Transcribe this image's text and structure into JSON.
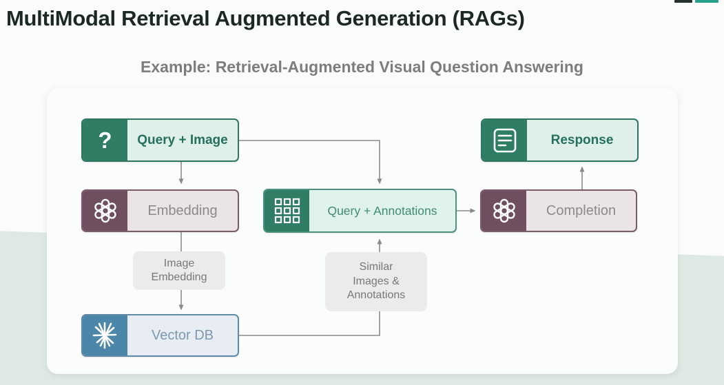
{
  "page": {
    "title": "MultiModal Retrieval Augmented Generation (RAGs)",
    "subtitle": "Example: Retrieval-Augmented Visual Question Answering"
  },
  "icons": {
    "question_mark_glyph": "?"
  },
  "colors": {
    "green_tile": "#2e7d64",
    "green_fill": "#dfefe9",
    "green_text": "#26705e",
    "mauve_tile": "#6e4e5f",
    "mauve_fill": "#eae4e7",
    "blue_tile": "#4c87a9",
    "blue_fill": "#e7edf2",
    "label_fill": "#ebebeb",
    "wire_gray": "#8a8a8a",
    "mint_backdrop": "#dfe9e4"
  },
  "diagram": {
    "nodes": [
      {
        "id": "query_image",
        "label": "Query + Image",
        "icon": "question-mark-icon",
        "theme": "green-bold"
      },
      {
        "id": "embedding",
        "label": "Embedding",
        "icon": "openai-icon",
        "theme": "mauve"
      },
      {
        "id": "vector_db",
        "label": "Vector DB",
        "icon": "starburst-icon",
        "theme": "blue"
      },
      {
        "id": "query_annotations",
        "label": "Query + Annotations",
        "icon": "grid-icon",
        "theme": "green-soft"
      },
      {
        "id": "completion",
        "label": "Completion",
        "icon": "openai-icon",
        "theme": "mauve"
      },
      {
        "id": "response",
        "label": "Response",
        "icon": "document-icon",
        "theme": "green-bold"
      }
    ],
    "edge_labels": [
      {
        "id": "image_embedding",
        "lines": [
          "Image",
          "Embedding"
        ]
      },
      {
        "id": "similar_images_annotations",
        "lines": [
          "Similar",
          "Images &",
          "Annotations"
        ]
      }
    ]
  }
}
